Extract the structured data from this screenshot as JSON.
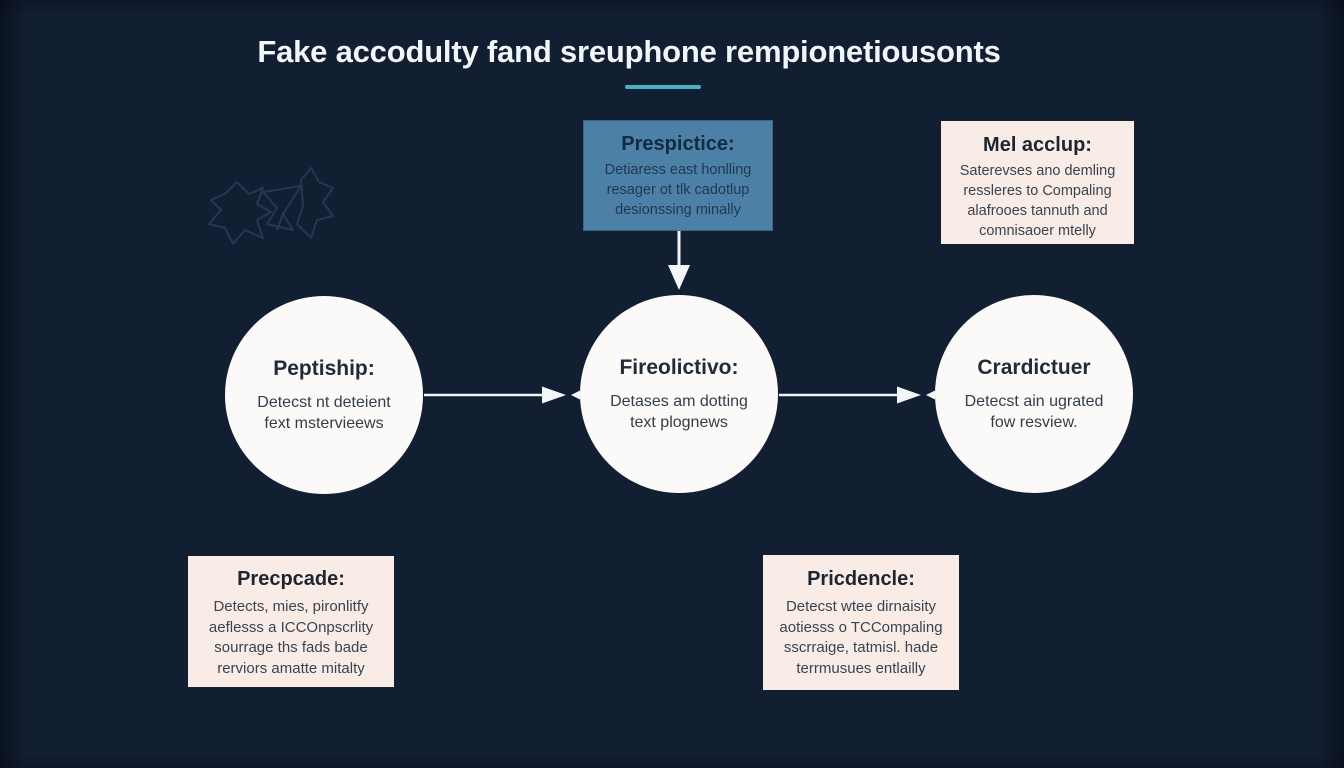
{
  "title": {
    "text": "Fake accodulty fand sreuphone rempionetiousonts"
  },
  "colors": {
    "background": "#121E31",
    "accent_underline": "#45B2C8",
    "blue_box": "#4D80A7",
    "pink_box": "#F9ECE6",
    "circle": "#FCFAF9",
    "arrow": "#F4F6F8",
    "faint_icon_stroke": "#3A5178"
  },
  "flow": {
    "top_box": {
      "heading": "Prespictice:",
      "body": "Detiaress east honlling\nresager ot tlk cadotlup\ndesionssing minally"
    },
    "top_right_box": {
      "heading": "Mel acclup:",
      "body": "Saterevses ano demling\nressleres to Compaling\nalafrooes tannuth and\ncomnisaoer mtelly"
    },
    "steps": [
      {
        "heading": "Peptiship:",
        "body": "Detecst nt deteient\nfext mstervieews"
      },
      {
        "heading": "Fireolictivo:",
        "body": "Detases am dotting\ntext plognews"
      },
      {
        "heading": "Crardictuer",
        "body": "Detecst ain ugrated\nfow resview."
      }
    ],
    "bottom_left_box": {
      "heading": "Precpcade:",
      "body": "Detects, mies, pironlitfy\naeflesss a ICCOnpscrlity\nsourrage ths fads bade\nrerviors amatte mitalty"
    },
    "bottom_right_box": {
      "heading": "Pricdencle:",
      "body": "Detecst wtee dirnaisity\naotiesss o TCCompaling\nsscrraige, tatmisl. hade\nterrmusues entlailly"
    }
  }
}
